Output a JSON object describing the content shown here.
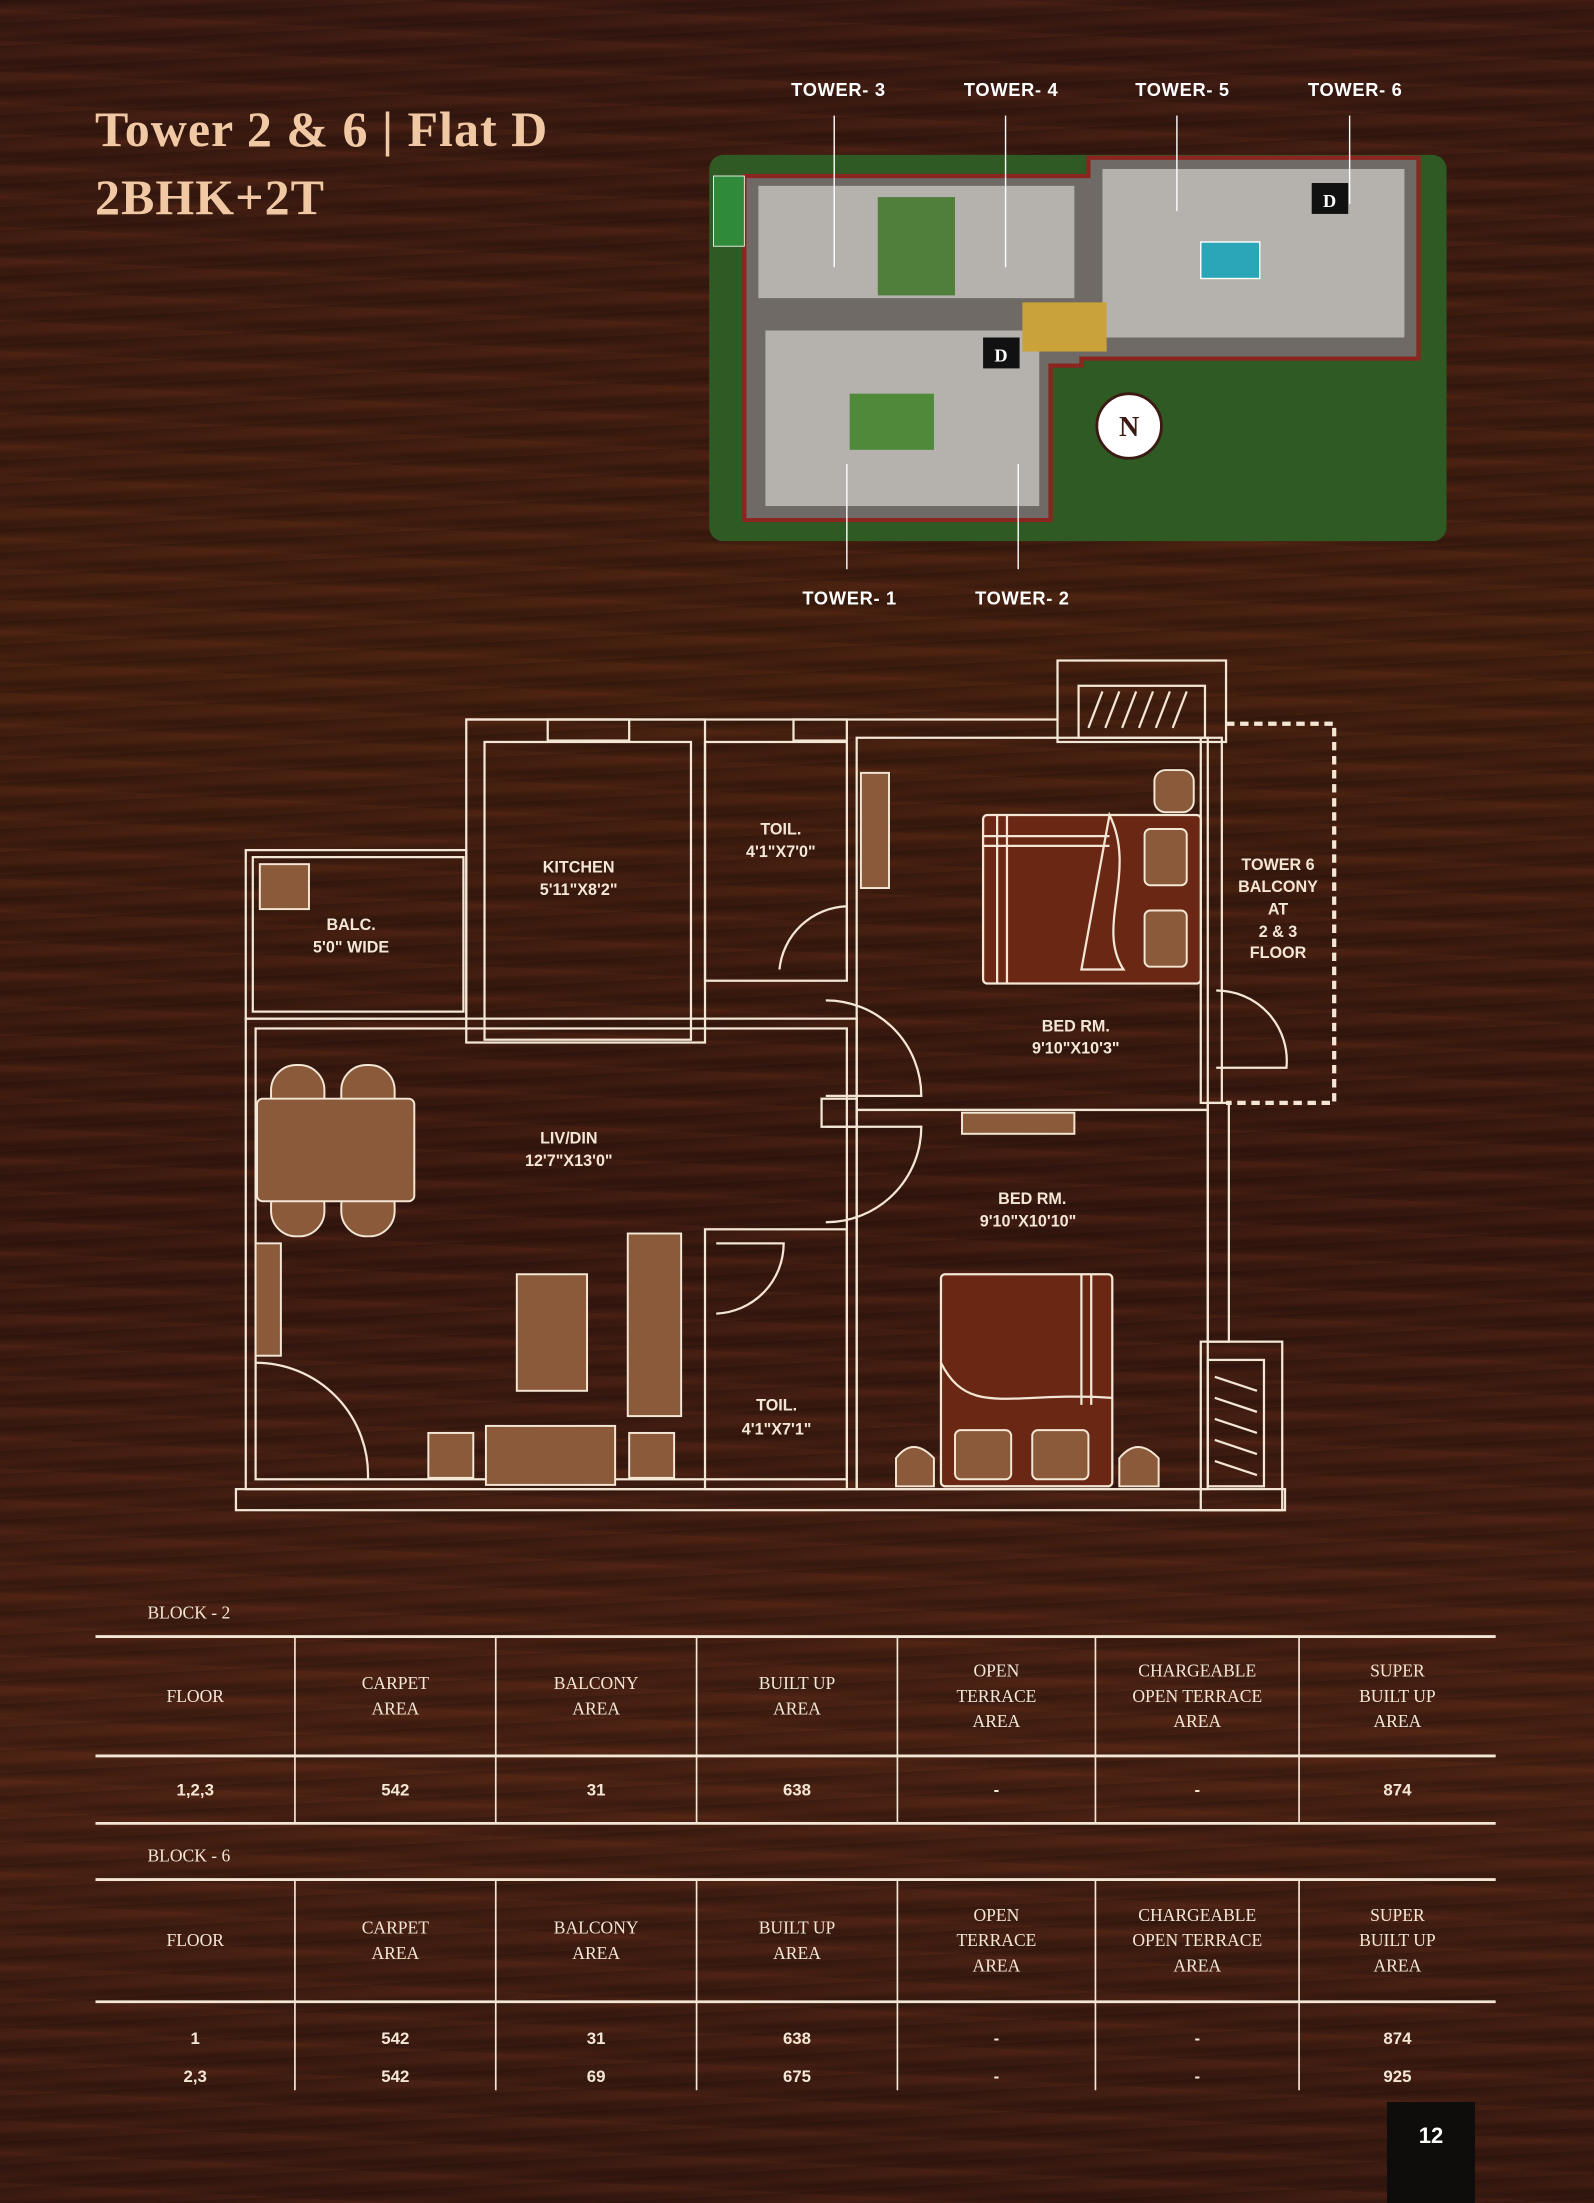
{
  "header": {
    "title_line1": "Tower 2 & 6 | Flat D",
    "title_line2": "2BHK+2T"
  },
  "site_plan": {
    "towers_top": [
      "TOWER- 3",
      "TOWER- 4",
      "TOWER- 5",
      "TOWER- 6"
    ],
    "towers_bottom": [
      "TOWER- 1",
      "TOWER- 2"
    ],
    "flat_marker": "D",
    "north_marker": "N"
  },
  "floor_plan": {
    "rooms": [
      {
        "name": "KITCHEN",
        "size": "5'11\"X8'2\""
      },
      {
        "name": "TOIL.",
        "size": "4'1\"X7'0\""
      },
      {
        "name": "BALC.",
        "size": "5'0\" WIDE"
      },
      {
        "name": "BED RM.",
        "size": "9'10\"X10'3\""
      },
      {
        "name": "LIV/DIN",
        "size": "12'7\"X13'0\""
      },
      {
        "name": "BED RM.",
        "size": "9'10\"X10'10\""
      },
      {
        "name": "TOIL.",
        "size": "4'1\"X7'1\""
      }
    ],
    "balcony_note": [
      "TOWER 6",
      "BALCONY",
      "AT",
      "2 & 3",
      "FLOOR"
    ]
  },
  "tables": {
    "headers": [
      [
        "FLOOR"
      ],
      [
        "CARPET",
        "AREA"
      ],
      [
        "BALCONY",
        "AREA"
      ],
      [
        "BUILT UP",
        "AREA"
      ],
      [
        "OPEN",
        "TERRACE",
        "AREA"
      ],
      [
        "CHARGEABLE",
        "OPEN TERRACE",
        "AREA"
      ],
      [
        "SUPER",
        "BUILT UP",
        "AREA"
      ]
    ],
    "block2": {
      "label": "BLOCK - 2",
      "rows": [
        [
          "1,2,3",
          "542",
          "31",
          "638",
          "-",
          "-",
          "874"
        ]
      ]
    },
    "block6": {
      "label": "BLOCK - 6",
      "rows": [
        [
          "1",
          "542",
          "31",
          "638",
          "-",
          "-",
          "874"
        ],
        [
          "2,3",
          "542",
          "69",
          "675",
          "-",
          "-",
          "925"
        ]
      ]
    }
  },
  "footer": {
    "page_number": "12"
  }
}
